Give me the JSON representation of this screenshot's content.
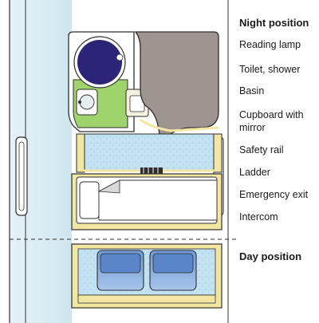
{
  "legend": {
    "night_heading": "Night position",
    "night_items": [
      "Reading lamp",
      "Toilet, shower",
      "Basin",
      "Cupboard with",
      "mirror",
      "Safety rail",
      "Ladder",
      "Emergency exit",
      "Intercom"
    ],
    "day_heading": "Day position"
  },
  "colors": {
    "floor_blue": "#bfe0f0",
    "floor_dot": "#7fb8d8",
    "wet_room_green": "#9fd36c",
    "toilet_navy": "#2b2477",
    "cupboard_grey": "#9e9590",
    "trim_yellow": "#f3e6a3",
    "seat_blue": "#7aa3dc",
    "window_haze": "#d6eaf2",
    "outline": "#2e2e2e"
  }
}
